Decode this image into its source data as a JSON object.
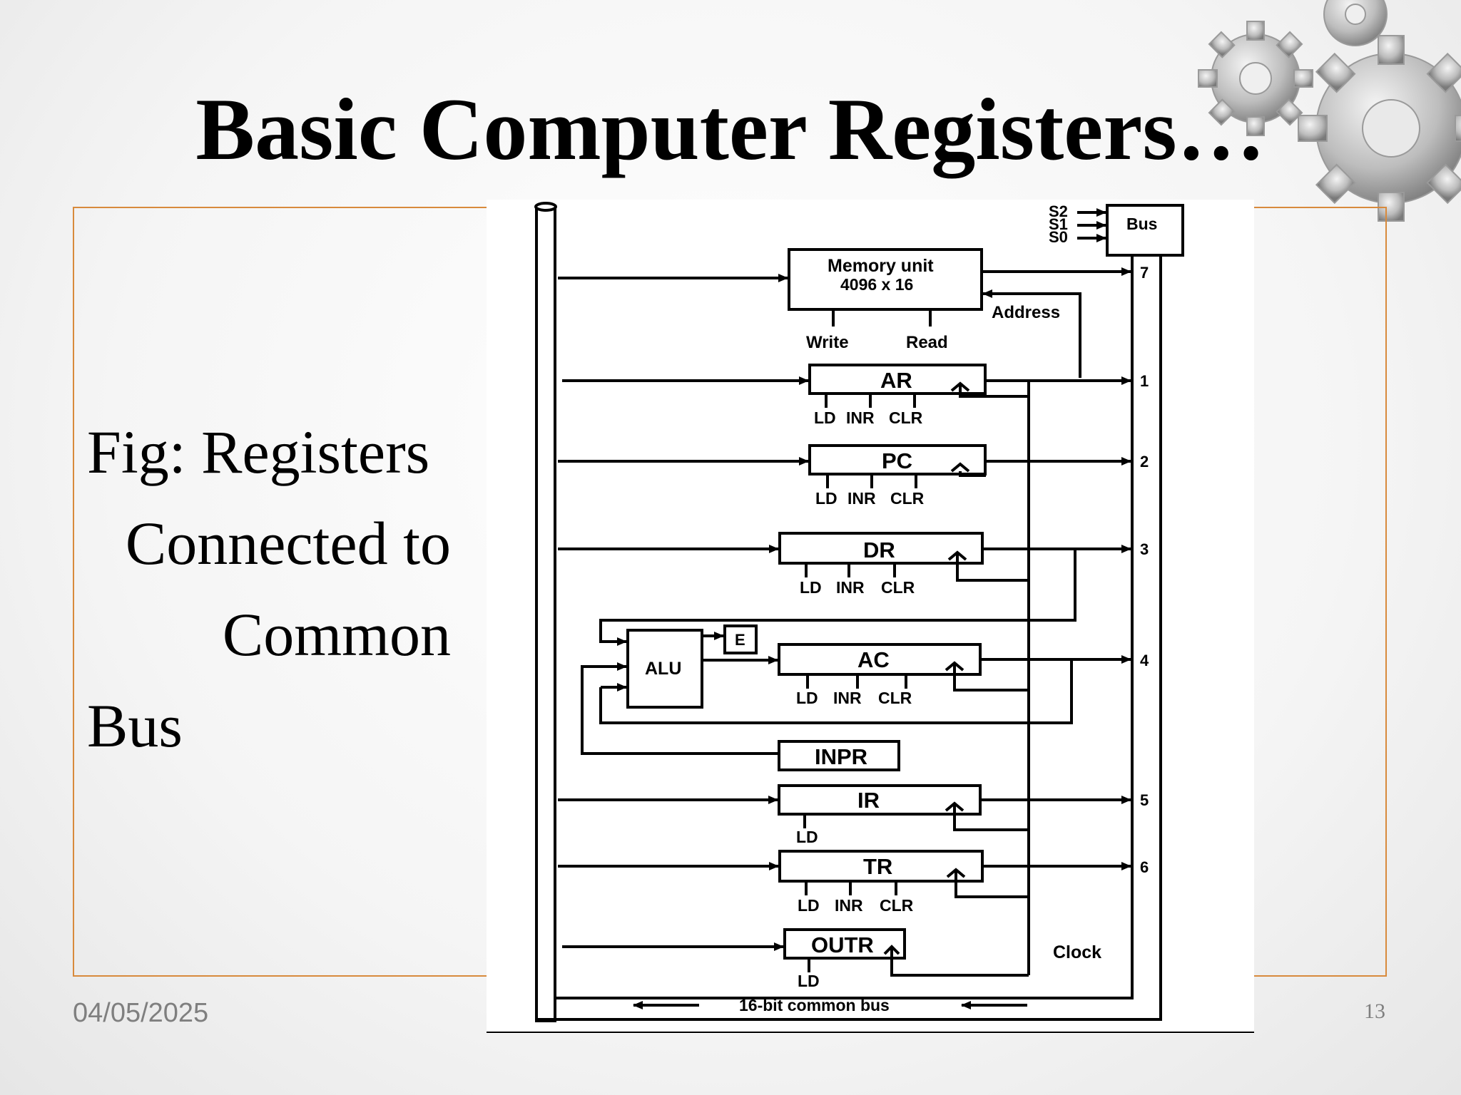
{
  "slide": {
    "title": "Basic Computer Registers…",
    "caption_lines": [
      "Fig: Registers",
      "Connected to",
      "Common",
      "Bus"
    ],
    "date": "04/05/2025",
    "page_number": "13"
  },
  "diagram": {
    "select_lines": [
      "S2",
      "S1",
      "S0"
    ],
    "bus_label": "Bus",
    "memory": {
      "name": "Memory unit",
      "size": "4096 x 16",
      "write": "Write",
      "read": "Read",
      "address": "Address",
      "bus_input": "7"
    },
    "registers": [
      {
        "name": "AR",
        "bus_input": "1",
        "controls": [
          "LD",
          "INR",
          "CLR"
        ]
      },
      {
        "name": "PC",
        "bus_input": "2",
        "controls": [
          "LD",
          "INR",
          "CLR"
        ]
      },
      {
        "name": "DR",
        "bus_input": "3",
        "controls": [
          "LD",
          "INR",
          "CLR"
        ]
      },
      {
        "name": "AC",
        "bus_input": "4",
        "controls": [
          "LD",
          "INR",
          "CLR"
        ]
      },
      {
        "name": "INPR"
      },
      {
        "name": "IR",
        "bus_input": "5",
        "controls": [
          "LD"
        ]
      },
      {
        "name": "TR",
        "bus_input": "6",
        "controls": [
          "LD",
          "INR",
          "CLR"
        ]
      },
      {
        "name": "OUTR",
        "controls": [
          "LD"
        ]
      }
    ],
    "alu": "ALU",
    "e_flag": "E",
    "clock": "Clock",
    "common_bus": "16-bit common bus"
  }
}
